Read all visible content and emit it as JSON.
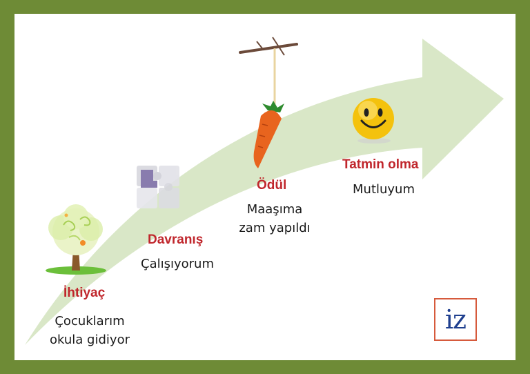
{
  "colors": {
    "frame": "#6e8b36",
    "arrow": "#d9e7c7",
    "heading": "#c0262c",
    "caption": "#1a1a1a",
    "logo_border": "#d65a3c",
    "logo_text": "#1f3f8f"
  },
  "steps": [
    {
      "icon": "tree-icon",
      "title": "İhtiyaç",
      "text_lines": [
        "Çocuklarım",
        "okula gidiyor"
      ]
    },
    {
      "icon": "puzzle-icon",
      "title": "Davranış",
      "text_lines": [
        "Çalışıyorum"
      ]
    },
    {
      "icon": "carrot-on-stick-icon",
      "title": "Ödül",
      "text_lines": [
        "Maaşıma",
        "zam yapıldı"
      ]
    },
    {
      "icon": "smiley-icon",
      "title": "Tatmin olma",
      "text_lines": [
        "Mutluyum"
      ]
    }
  ],
  "logo": {
    "text": "iz"
  }
}
